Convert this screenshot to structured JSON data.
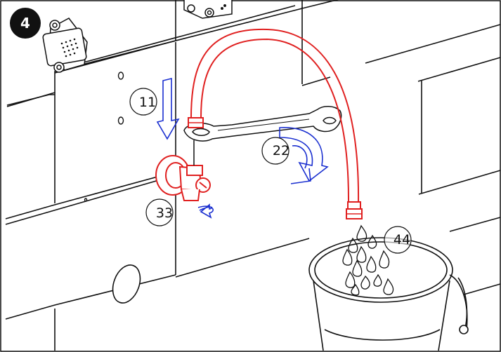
{
  "step": {
    "number": "4"
  },
  "callouts": [
    {
      "id": "callout-1",
      "label": "11"
    },
    {
      "id": "callout-2",
      "label": "22"
    },
    {
      "id": "callout-3",
      "label": "33"
    },
    {
      "id": "callout-4",
      "label": "44"
    }
  ],
  "colors": {
    "line": "#111111",
    "hose": "#e02020",
    "arrow": "#1a2fd0",
    "step_badge": "#111111"
  }
}
